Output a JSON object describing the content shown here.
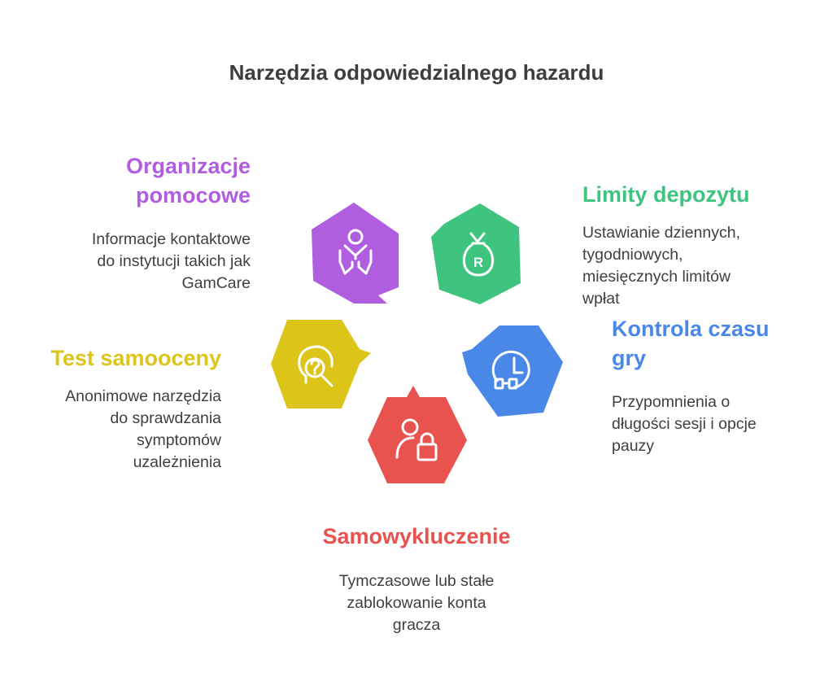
{
  "title": "Narzędzia odpowiedzialnego hazardu",
  "items": [
    {
      "heading": "Organizacje\npomocowe",
      "description": "Informacje kontaktowe\ndo instytucji takich jak\nGamCare",
      "color": "#b05de0",
      "icon": "hands-support-icon"
    },
    {
      "heading": "Limity depozytu",
      "description": "Ustawianie dziennych,\ntygodniowych,\nmiesięcznych limitów\nwpłat",
      "color": "#3fc47f",
      "icon": "money-bag-icon"
    },
    {
      "heading": "Kontrola czasu\ngry",
      "description": "Przypomnienia o\ndługości sesji i opcje\npauzy",
      "color": "#4a88e8",
      "icon": "clock-icon"
    },
    {
      "heading": "Samowykluczenie",
      "description": "Tymczasowe lub stałe\nzablokowanie konta\ngracza",
      "color": "#e8524f",
      "icon": "user-lock-icon"
    },
    {
      "heading": "Test samooceny",
      "description": "Anonimowe narzędzia\ndo sprawdzania\nsymptomów\nuzależnienia",
      "color": "#dcc518",
      "icon": "head-magnifier-icon"
    }
  ],
  "colors": {
    "title": "#3d3d3d",
    "text": "#3f3f3f"
  }
}
